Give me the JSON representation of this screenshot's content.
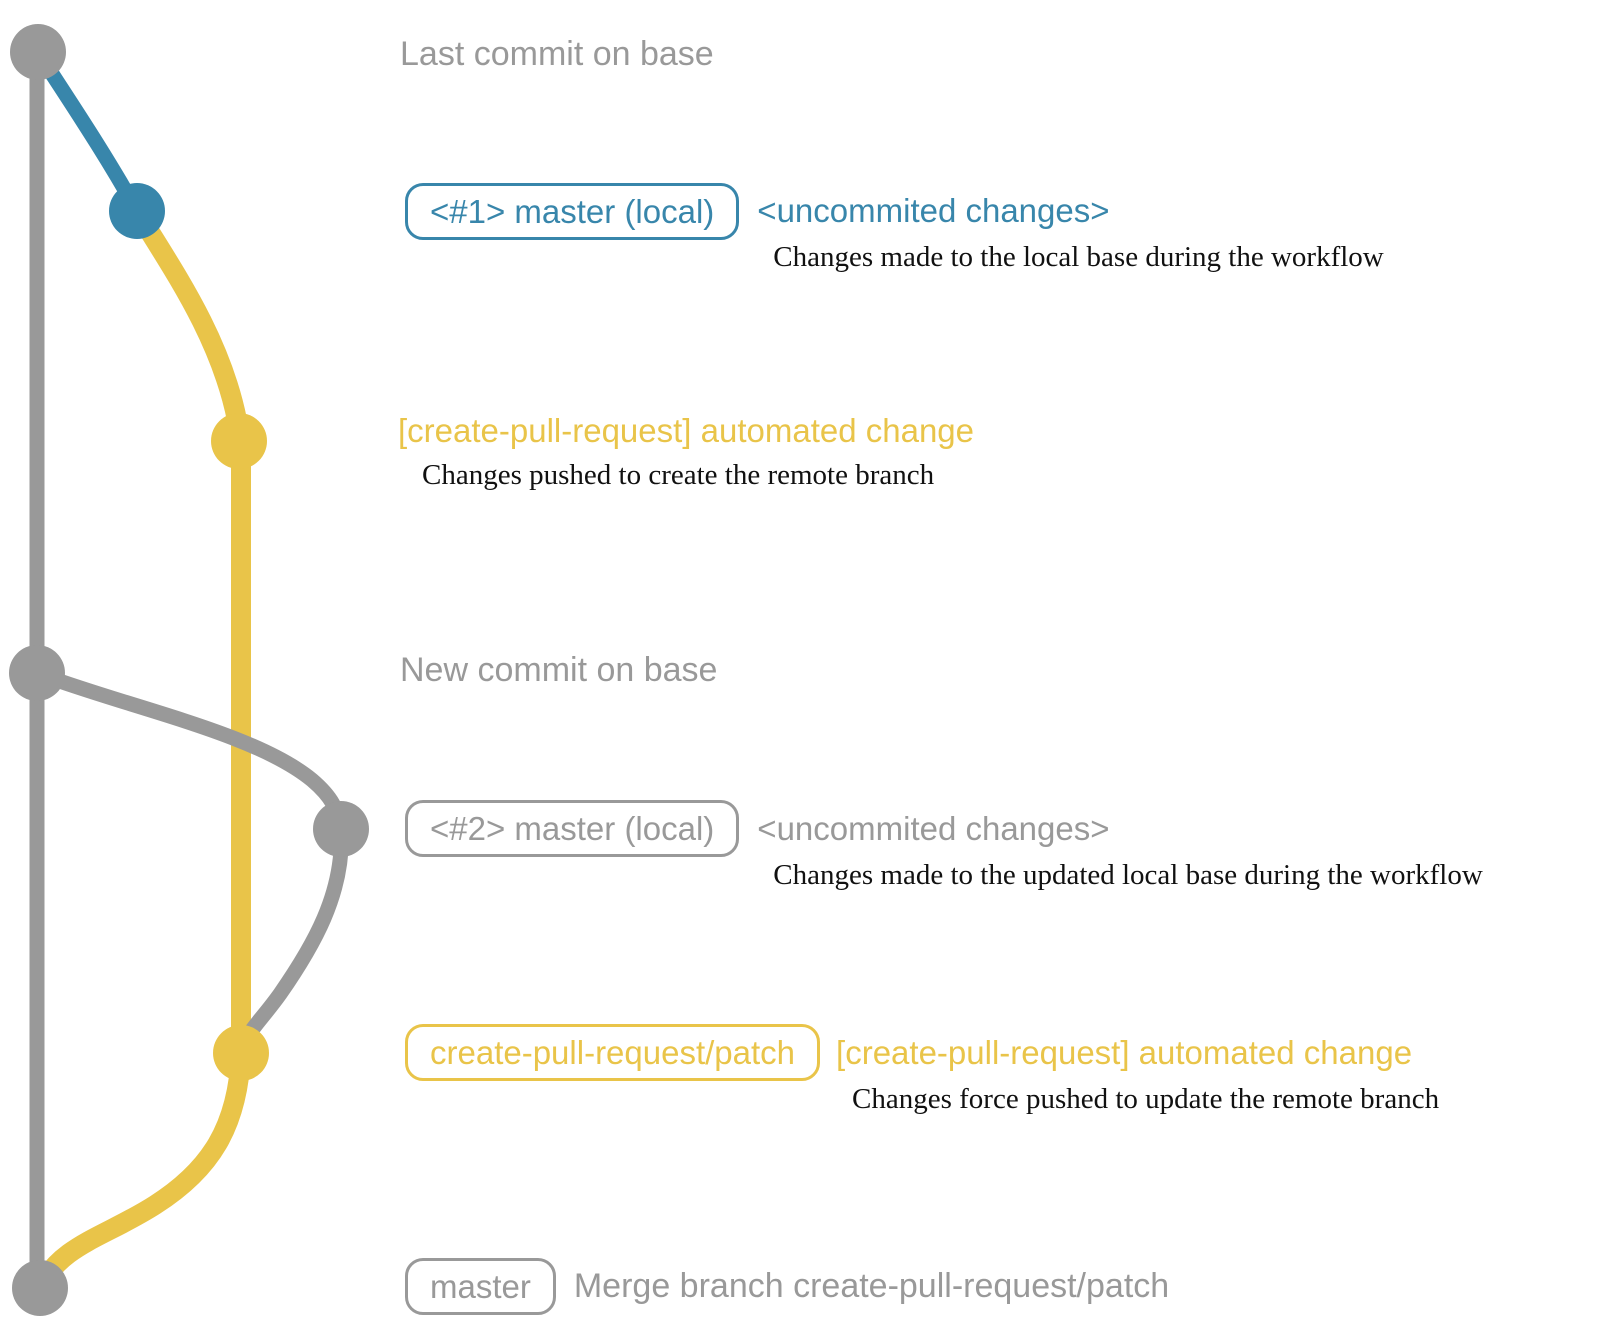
{
  "colors": {
    "gray": "#999999",
    "blue": "#3886ab",
    "yellow": "#e9c449",
    "ink": "#111111",
    "background": "#ffffff"
  },
  "graph": {
    "commit_dots": [
      "gray",
      "blue",
      "yellow",
      "gray",
      "gray",
      "yellow",
      "gray"
    ]
  },
  "annotations": {
    "last_commit": {
      "title": "Last commit on base"
    },
    "commit1": {
      "badge": "<#1> master (local)",
      "title": "<uncommited changes>",
      "description": "Changes made to the local base during the workflow"
    },
    "push1": {
      "title": "[create-pull-request] automated change",
      "description": "Changes pushed to create the remote branch"
    },
    "new_commit": {
      "title": "New commit on base"
    },
    "commit2": {
      "badge": "<#2> master (local)",
      "title": "<uncommited changes>",
      "description": "Changes made to the updated local base during the workflow"
    },
    "push2": {
      "badge": "create-pull-request/patch",
      "title": "[create-pull-request] automated change",
      "description": "Changes force pushed to update the remote branch"
    },
    "merge": {
      "badge": "master",
      "title": "Merge branch create-pull-request/patch"
    }
  }
}
